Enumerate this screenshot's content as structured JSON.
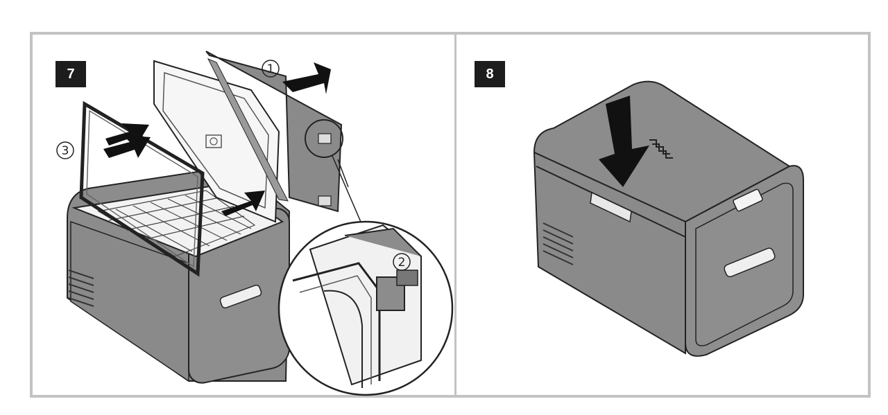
{
  "steps": [
    {
      "number": "7",
      "callouts": [
        "①",
        "②",
        "③"
      ]
    },
    {
      "number": "8"
    }
  ],
  "colors": {
    "frame": "#c3c3c3",
    "body": "#8a8a8a",
    "dark": "#1d1d1d",
    "light": "#f4f4f4"
  },
  "icons": [
    "arrow-icon",
    "latch-icon",
    "press-down-arrow-icon",
    "click-symbol-icon"
  ]
}
